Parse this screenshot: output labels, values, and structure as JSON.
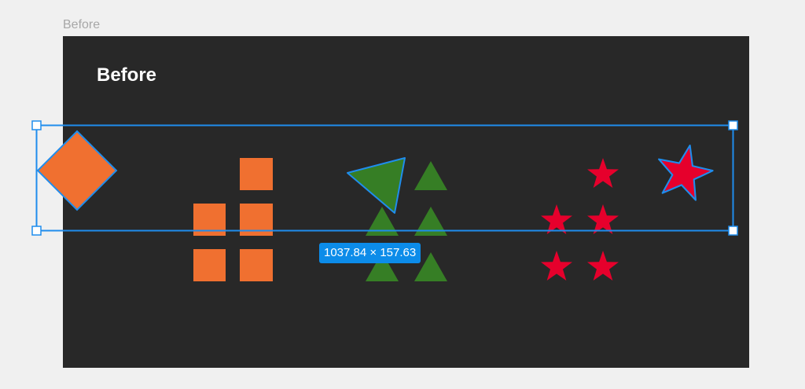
{
  "frame": {
    "label": "Before",
    "title": "Before",
    "background": "#282828"
  },
  "selection": {
    "dimensions": "1037.84 × 157.63",
    "color": "#0c8ce9"
  },
  "colors": {
    "canvas": "#f0f0f0",
    "orange": "#f07030",
    "green": "#367e25",
    "red": "#e6002c",
    "selection_outline": "#1f8ded"
  }
}
